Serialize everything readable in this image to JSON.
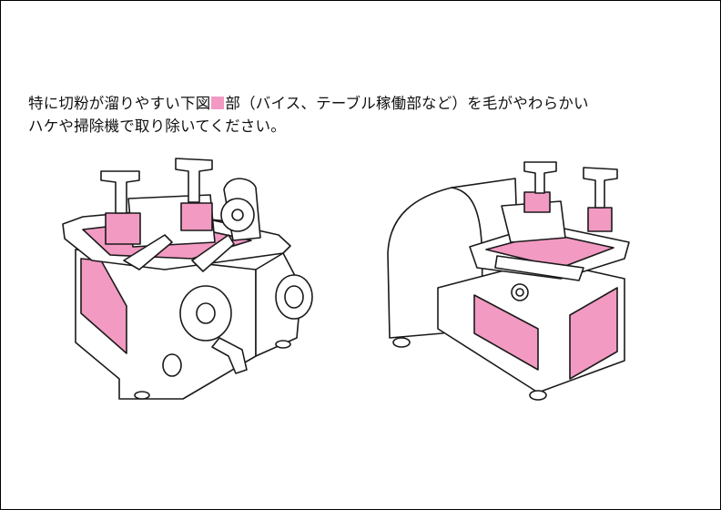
{
  "instruction": {
    "line1_before": "特に切粉が溜りやすい下図",
    "line1_after": "部（バイス、テーブル稼働部など）を毛がやわらかい",
    "line2": "ハケや掃除機で取り除いてください。"
  },
  "colors": {
    "highlight": "#f29ac2",
    "line": "#1a1a1a",
    "machine": "#ffffff"
  },
  "illustrations": [
    {
      "view": "front-left"
    },
    {
      "view": "rear-right"
    }
  ]
}
